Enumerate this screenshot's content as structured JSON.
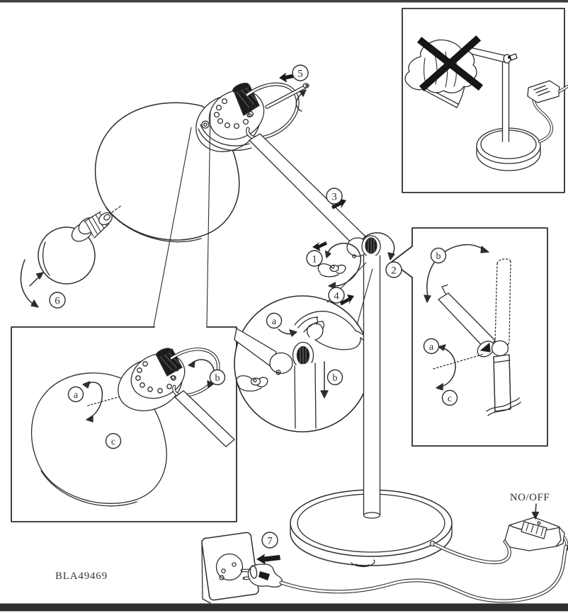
{
  "page": {
    "part_number": "BLA49469"
  },
  "switch": {
    "label": "NO/OFF"
  },
  "steps": {
    "n1": "1",
    "n2": "2",
    "n3": "3",
    "n4": "4",
    "n5": "5",
    "n6": "6",
    "n7": "7"
  },
  "insets": {
    "hand_adjust": {
      "letters": [
        "a",
        "b"
      ]
    },
    "joint_rotation": {
      "letters": [
        "b",
        "a",
        "c"
      ]
    },
    "head_rotation": {
      "letters": [
        "a",
        "b",
        "c"
      ]
    },
    "no_cloth_warning": {
      "symbol": "x-cross"
    }
  },
  "colors": {
    "line": "#2d2d2d",
    "dark_fill": "#1b1b1b",
    "top_bar": "#3f3f3f",
    "bottom_bar": "#2f2f2f",
    "paper": "#ffffff"
  }
}
